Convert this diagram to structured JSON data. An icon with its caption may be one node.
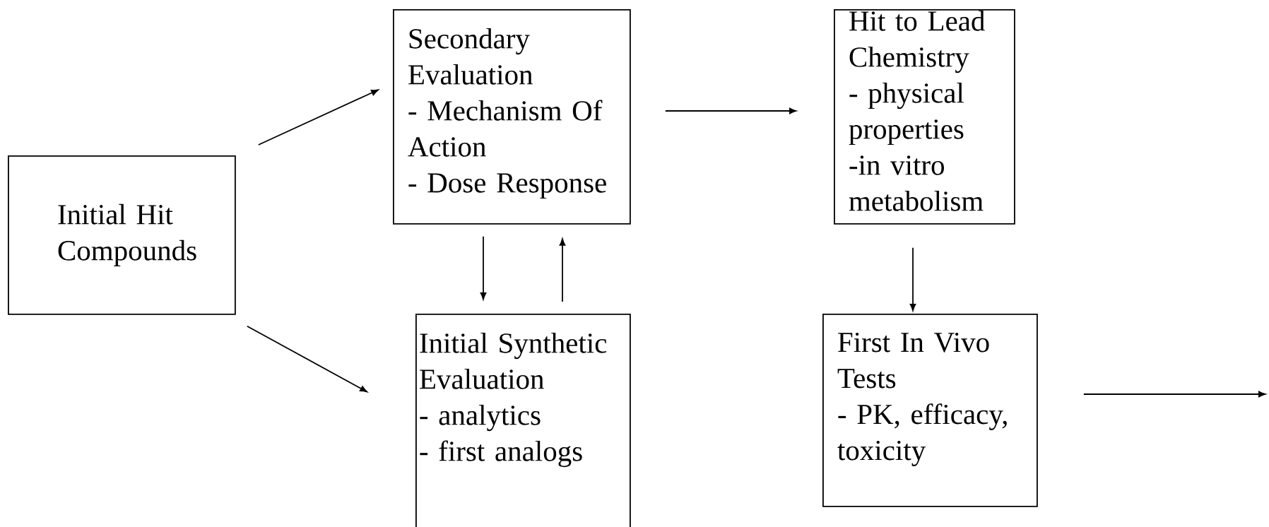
{
  "diagram": {
    "nodes": [
      {
        "text": [
          "Initial Hit Compounds"
        ]
      },
      {
        "text": [
          "Secondary Evaluation",
          "- Mechanism Of Action",
          "- Dose Response"
        ]
      },
      {
        "text": [
          "Hit to Lead Chemistry",
          "- physical properties",
          "-in vitro metabolism"
        ]
      },
      {
        "text": [
          "Initial Synthetic Evaluation",
          "- analytics",
          "- first analogs"
        ]
      },
      {
        "text": [
          "First In Vivo Tests",
          "- PK, efficacy, toxicity"
        ]
      }
    ],
    "edges": [
      {
        "from": 0,
        "to": 1,
        "arrow": "to"
      },
      {
        "from": 0,
        "to": 3,
        "arrow": "to"
      },
      {
        "from": 1,
        "to": 2,
        "arrow": "to"
      },
      {
        "from": 1,
        "to": 3,
        "arrow": "to"
      },
      {
        "from": 3,
        "to": 1,
        "arrow": "to"
      },
      {
        "from": 2,
        "to": 4,
        "arrow": "to"
      },
      {
        "from": 4,
        "to": null,
        "arrow": "to"
      }
    ]
  }
}
